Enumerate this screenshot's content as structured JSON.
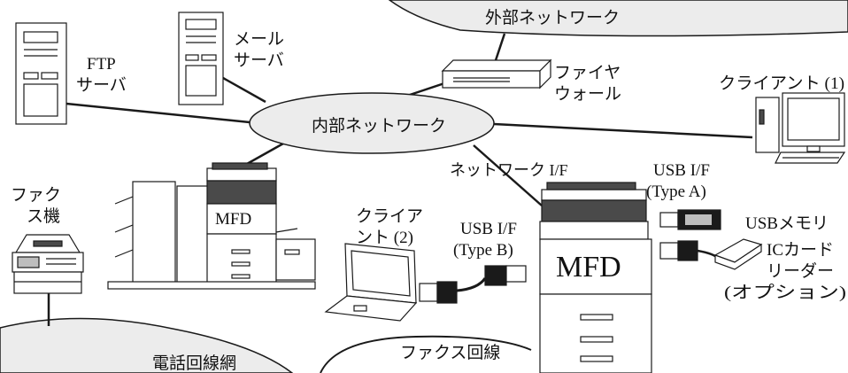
{
  "labels": {
    "external_network": "外部ネットワーク",
    "internal_network": "内部ネットワーク",
    "ftp_server_line1": "FTP",
    "ftp_server_line2": "サーバ",
    "mail_server_line1": "メール",
    "mail_server_line2": "サーバ",
    "firewall_line1": "ファイヤ",
    "firewall_line2": "ウォール",
    "client1": "クライアント (1)",
    "fax_machine_line1": "ファク",
    "fax_machine_line2": "ス機",
    "mfd_small": "MFD",
    "mfd_large": "MFD",
    "network_if": "ネットワーク I/F",
    "usb_if_a_line1": "USB I/F",
    "usb_if_a_line2": "(Type A)",
    "usb_if_b_line1": "USB I/F",
    "usb_if_b_line2": "(Type B)",
    "client2_line1": "クライア",
    "client2_line2": "ント (2)",
    "usb_memory": "USBメモリ",
    "ic_reader_line1": "ICカード",
    "ic_reader_line2": "リーダー",
    "ic_reader_line3": "(オプション)",
    "fax_line": "ファクス回線",
    "phone_network": "電話回線網"
  },
  "colors": {
    "cloud_fill": "#ececec",
    "stroke": "#1a1a1a",
    "device_fill": "#ffffff",
    "device_dark": "#4a4a4a"
  }
}
